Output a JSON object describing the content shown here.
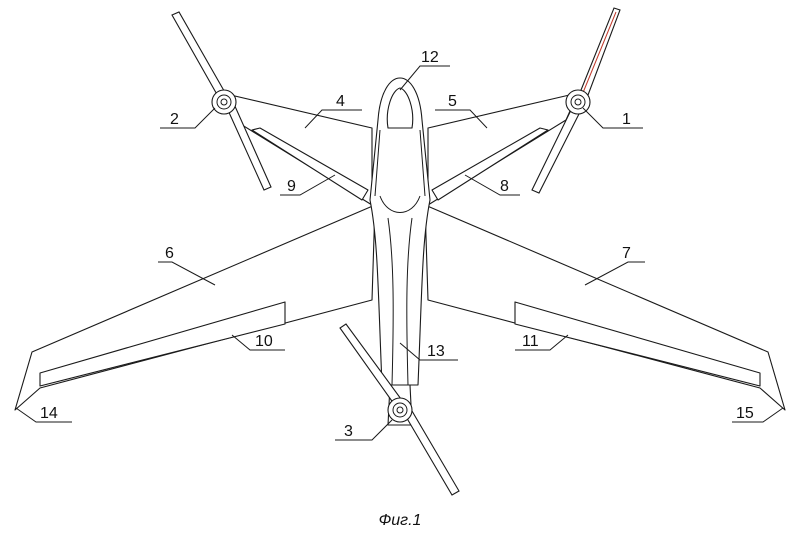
{
  "figure": {
    "caption": "Фиг.1",
    "callouts": [
      "1",
      "2",
      "3",
      "4",
      "5",
      "6",
      "7",
      "8",
      "9",
      "10",
      "11",
      "12",
      "13",
      "14",
      "15"
    ],
    "accent_color": "#c0392b"
  }
}
